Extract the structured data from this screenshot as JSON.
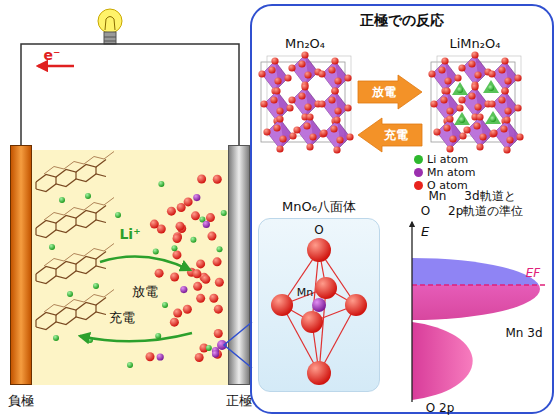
{
  "diagram": {
    "nodes": [
      {
        "text": [
          "負極"
        ]
      },
      {
        "text": [
          "正極"
        ]
      },
      {
        "text": [
          "正極での反応"
        ]
      },
      {
        "text": [
          "Mn₂O₄"
        ],
        "in": 2
      },
      {
        "text": [
          "LiMn₂O₄"
        ],
        "in": 2
      },
      {
        "text": [
          "MnO₆八面体"
        ],
        "in": 2
      }
    ],
    "edges": [
      {
        "from": 0,
        "to": 1,
        "arrow": "none"
      },
      {
        "from": 3,
        "to": 4,
        "label": "放電",
        "arrow": "to"
      },
      {
        "from": 4,
        "to": 3,
        "label": "充電",
        "arrow": "to"
      }
    ],
    "labels": [
      "e⁻",
      "Li⁺",
      "放電",
      "充電",
      "O",
      "Mn",
      "Mn 3d軌道と O 2p軌道の準位",
      "E",
      "EF",
      "Mn 3d",
      "O 2p"
    ],
    "legend": [
      {
        "text": "Li atom",
        "color": "#2eb82e"
      },
      {
        "text": "Mn atom",
        "color": "#9b2fae"
      },
      {
        "text": "O atom",
        "color": "#e8231d"
      }
    ]
  }
}
